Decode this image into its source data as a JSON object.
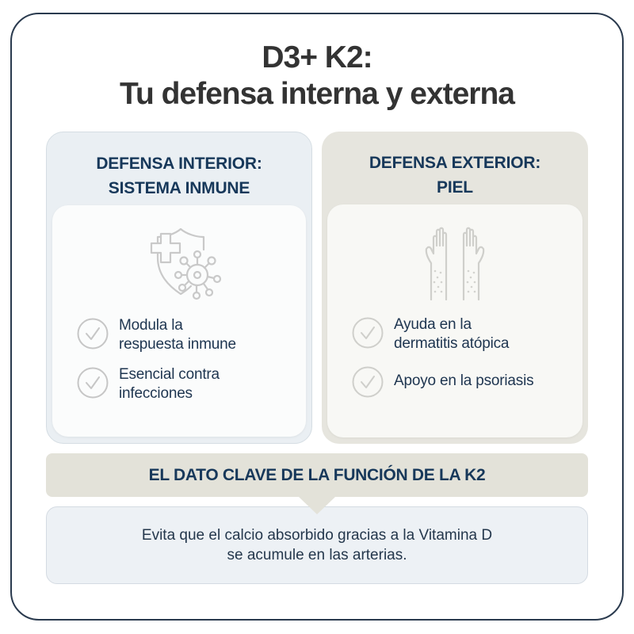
{
  "title": {
    "line1": "D3+ K2:",
    "line2": "Tu defensa interna y externa"
  },
  "cards": [
    {
      "heading_line1": "DEFENSA INTERIOR:",
      "heading_line2": "SISTEMA INMUNE",
      "icon": "shield-virus-cross-icon",
      "items": [
        {
          "line1": "Modula la",
          "line2": "respuesta inmune",
          "icon": "check-circle-icon"
        },
        {
          "line1": "Esencial contra",
          "line2": "infecciones",
          "icon": "check-circle-icon"
        }
      ]
    },
    {
      "heading_line1": "DEFENSA EXTERIOR:",
      "heading_line2": "PIEL",
      "icon": "hands-skin-rash-icon",
      "items": [
        {
          "line1": "Ayuda en la",
          "line2": "dermatitis atópica",
          "icon": "check-circle-icon"
        },
        {
          "line1": "Apoyo en la psoriasis",
          "line2": "",
          "icon": "check-circle-icon"
        }
      ]
    }
  ],
  "banner": {
    "label": "EL DATO CLAVE DE LA FUNCIÓN DE LA K2"
  },
  "fact": {
    "line1": "Evita que el calcio absorbido gracias a la Vitamina D",
    "line2": "se acumule en las arterias."
  },
  "colors": {
    "frame_border": "#2a3a4e",
    "title": "#333333",
    "heading_navy": "#17385a",
    "card_inner_bg": "#eaeff3",
    "card_outer_bg": "#e6e5de",
    "banner_bg": "#e3e2d9",
    "fact_bg": "#edf1f5",
    "icon_gray": "#c8c8c8"
  }
}
